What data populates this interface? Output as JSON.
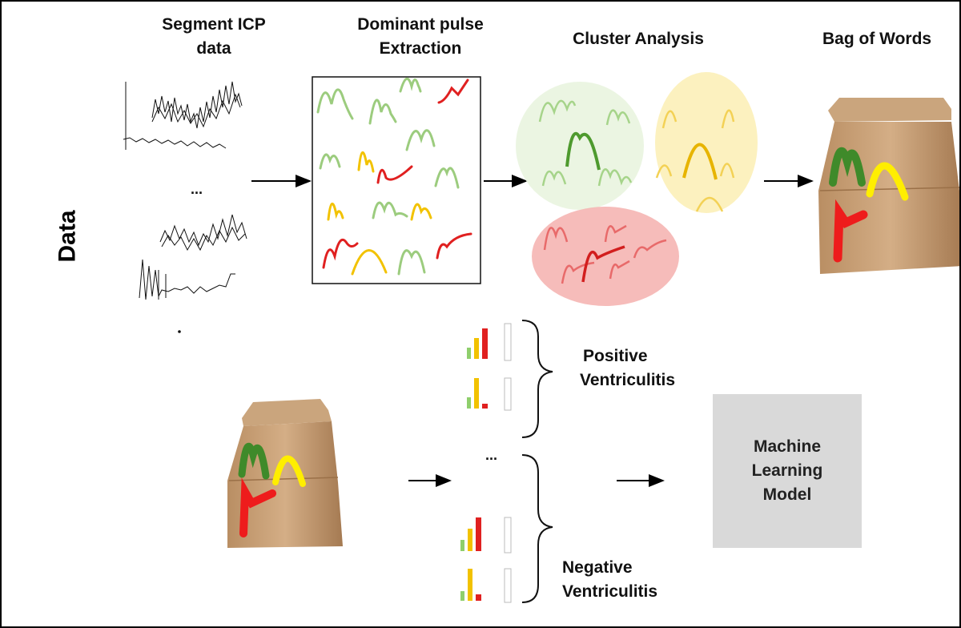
{
  "side_title": "Data",
  "steps": [
    {
      "line1": "Segment ICP",
      "line2": "data"
    },
    {
      "line1": "Dominant pulse",
      "line2": "Extraction"
    },
    {
      "line1": "Cluster Analysis"
    },
    {
      "line1": "Bag of Words"
    }
  ],
  "ellipsis": "...",
  "groups": [
    {
      "line1": "Positive",
      "line2": "Ventriculitis"
    },
    {
      "line1": "Negative",
      "line2": "Ventriculitis"
    }
  ],
  "model": {
    "line1": "Machine",
    "line2": "Learning",
    "line3": "Model"
  },
  "colors": {
    "green": "#5a9a3a",
    "light_green": "#9ccc7e",
    "yellow": "#f2c200",
    "red": "#e02020",
    "bag": "#c9a27a",
    "box": "#d9d9d9"
  }
}
